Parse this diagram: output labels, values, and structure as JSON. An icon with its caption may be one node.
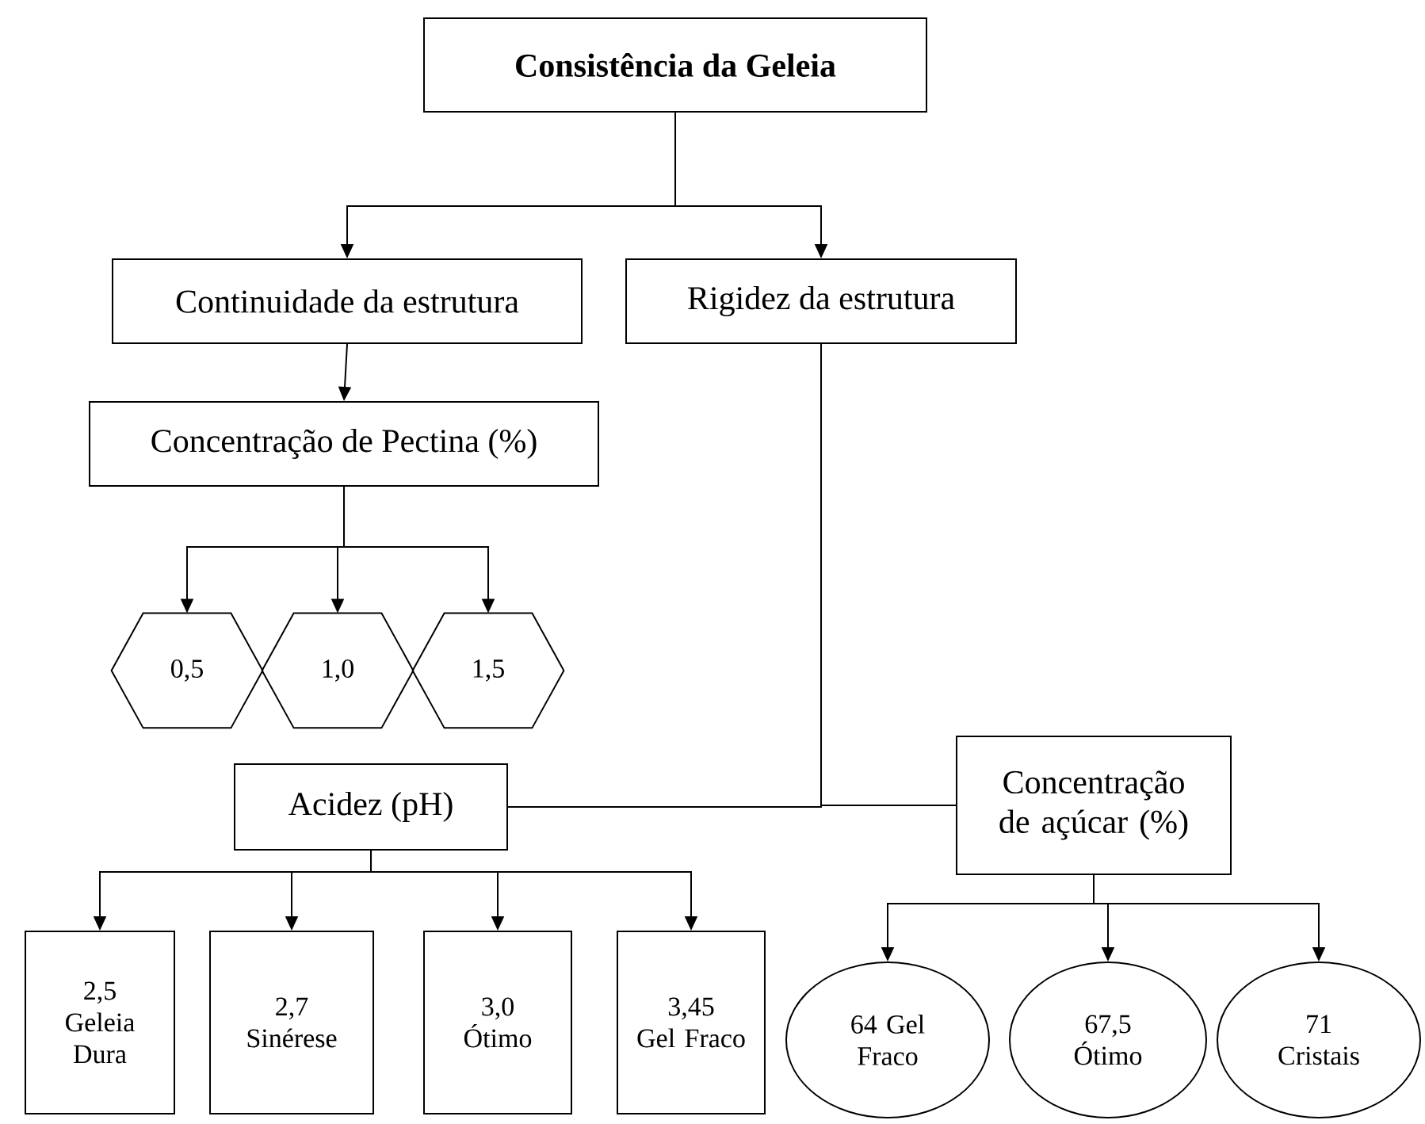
{
  "diagram": {
    "nodes": [
      {
        "text": [
          "Consistência da Geleia"
        ]
      },
      {
        "text": [
          "Continuidade da estrutura"
        ]
      },
      {
        "text": [
          "Rigidez da estrutura"
        ]
      },
      {
        "text": [
          "Concentração de Pectina (%)"
        ]
      },
      {
        "text": [
          "0,5"
        ]
      },
      {
        "text": [
          "1,0"
        ]
      },
      {
        "text": [
          "1,5"
        ]
      },
      {
        "text": [
          "Acidez (pH)"
        ]
      },
      {
        "text": [
          "Concentração de açúcar (%)"
        ]
      },
      {
        "text": [
          "2,5",
          "Geleia Dura"
        ]
      },
      {
        "text": [
          "2,7",
          "Sinérese"
        ]
      },
      {
        "text": [
          "3,0",
          "Ótimo"
        ]
      },
      {
        "text": [
          "3,45",
          "Gel Fraco"
        ]
      },
      {
        "text": [
          "64 Gel Fraco"
        ]
      },
      {
        "text": [
          "67,5",
          "Ótimo"
        ]
      },
      {
        "text": [
          "71",
          "Cristais"
        ]
      }
    ],
    "edges": [
      {
        "from": 0,
        "to": 1,
        "arrow": "to"
      },
      {
        "from": 0,
        "to": 2,
        "arrow": "to"
      },
      {
        "from": 1,
        "to": 3,
        "arrow": "to"
      },
      {
        "from": 3,
        "to": 4,
        "arrow": "to"
      },
      {
        "from": 3,
        "to": 5,
        "arrow": "to"
      },
      {
        "from": 3,
        "to": 6,
        "arrow": "to"
      },
      {
        "from": 2,
        "to": 7,
        "arrow": "none"
      },
      {
        "from": 2,
        "to": 8,
        "arrow": "none"
      },
      {
        "from": 7,
        "to": 9,
        "arrow": "to"
      },
      {
        "from": 7,
        "to": 10,
        "arrow": "to"
      },
      {
        "from": 7,
        "to": 11,
        "arrow": "to"
      },
      {
        "from": 7,
        "to": 12,
        "arrow": "to"
      },
      {
        "from": 8,
        "to": 13,
        "arrow": "to"
      },
      {
        "from": 8,
        "to": 14,
        "arrow": "to"
      },
      {
        "from": 8,
        "to": 15,
        "arrow": "to"
      }
    ]
  }
}
